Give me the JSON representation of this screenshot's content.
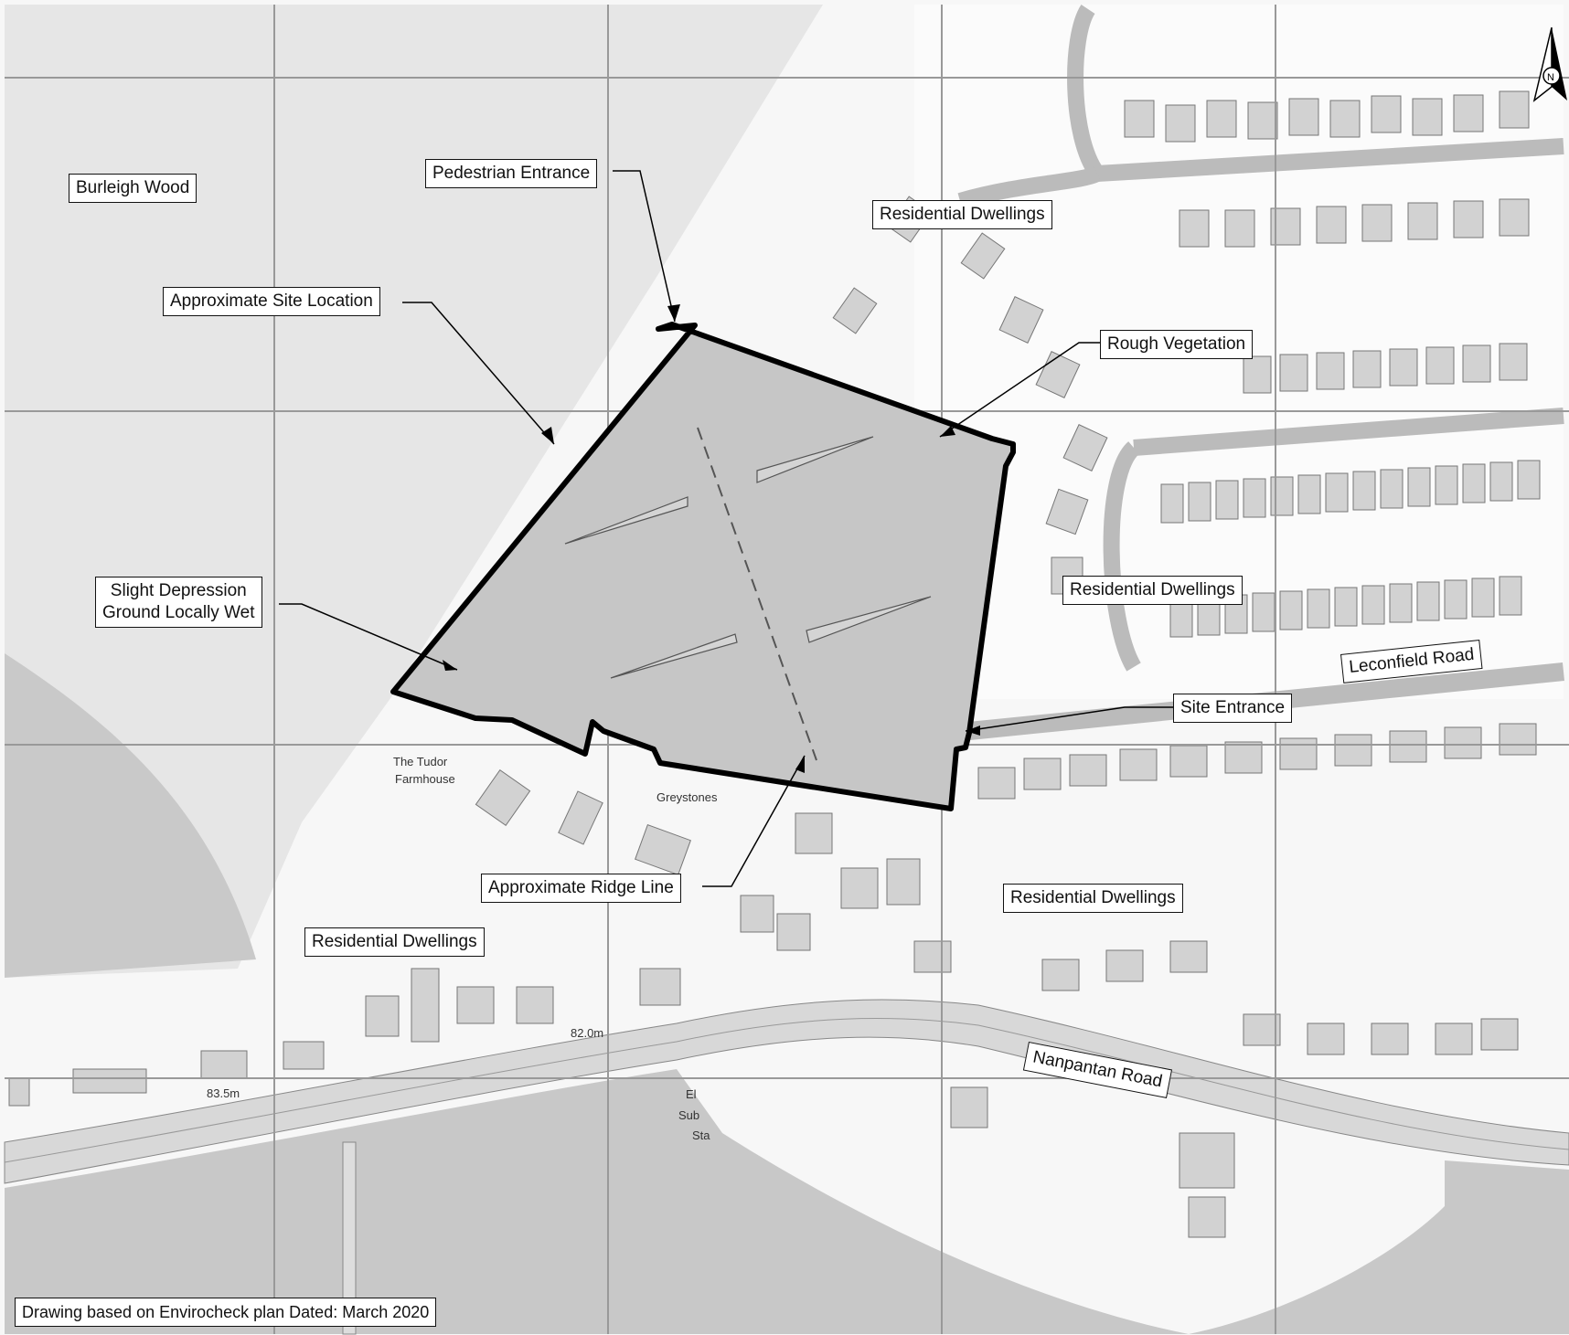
{
  "labels": {
    "burleigh_wood": "Burleigh Wood",
    "pedestrian_entrance": "Pedestrian Entrance",
    "approximate_site_location": "Approximate Site Location",
    "residential_dwellings_north": "Residential Dwellings",
    "rough_vegetation": "Rough Vegetation",
    "residential_dwellings_east": "Residential Dwellings",
    "slight_depression": "Slight Depression\nGround Locally Wet",
    "site_entrance": "Site Entrance",
    "approximate_ridge_line": "Approximate Ridge Line",
    "residential_dwellings_southeast": "Residential Dwellings",
    "residential_dwellings_southwest": "Residential Dwellings",
    "drawing_note": "Drawing based on Envirocheck plan Dated: March 2020"
  },
  "roads": {
    "leconfield_road": "Leconfield Road",
    "nanpantan_road": "Nanpantan Road"
  },
  "places": {
    "tudor_farmhouse_line1": "The Tudor",
    "tudor_farmhouse_line2": "Farmhouse",
    "greystones": "Greystones",
    "el_sub_sta_line1": "El",
    "el_sub_sta_line2": "Sub",
    "el_sub_sta_line3": "Sta",
    "spot_height_835": "83.5m",
    "spot_height_820": "82.0m"
  },
  "compass": {
    "letter": "N"
  },
  "colors": {
    "woodland": "#e6e6e6",
    "site_fill": "#c6c6c6",
    "grey_zone": "#c8c8c8",
    "road": "#d8d8d8",
    "building": "#d0d0d0",
    "grid": "#999999",
    "boundary": "#000000"
  }
}
